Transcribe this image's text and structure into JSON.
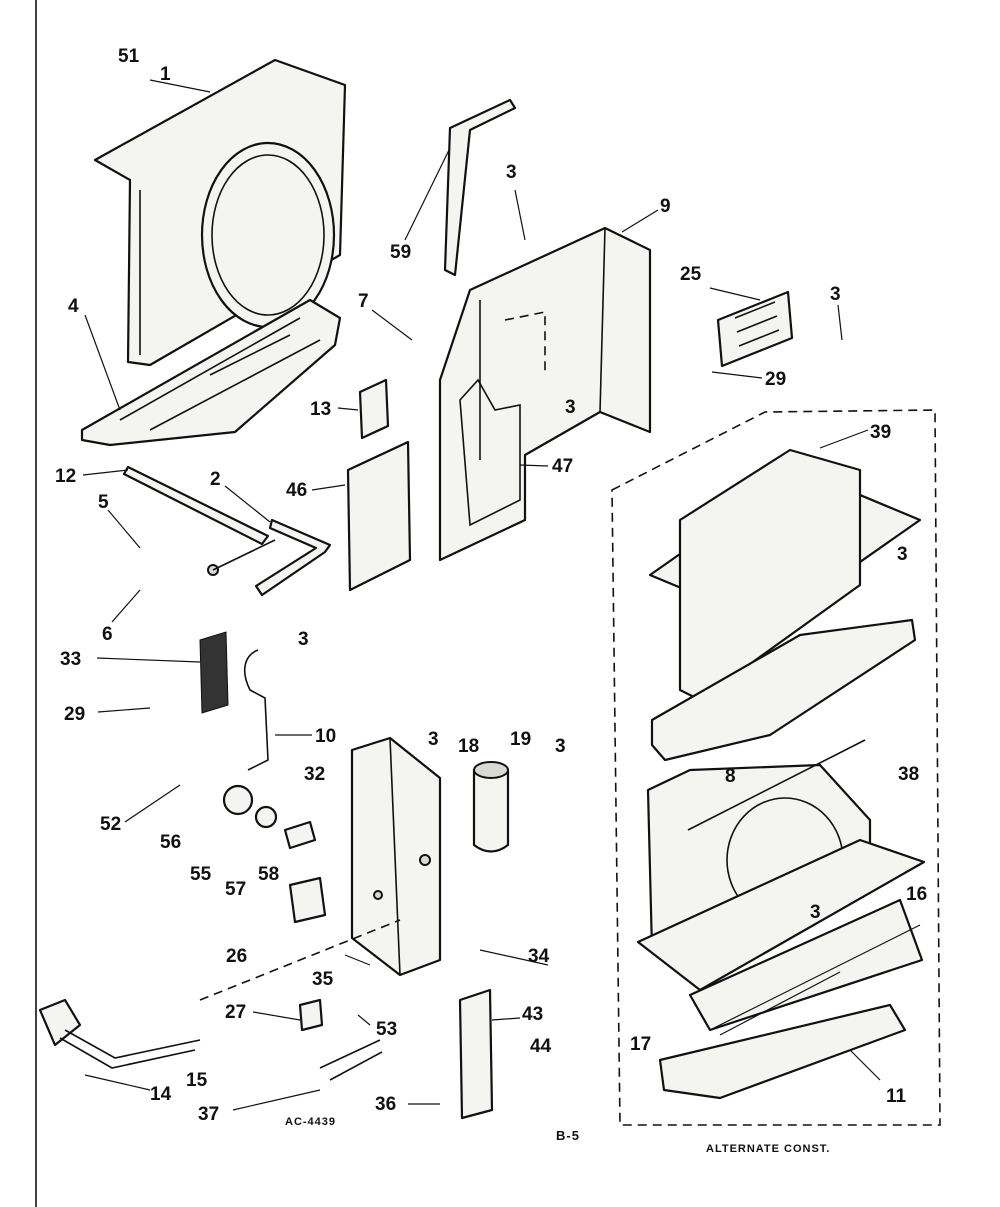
{
  "callouts": [
    {
      "id": "c51",
      "text": "51"
    },
    {
      "id": "c1",
      "text": "1"
    },
    {
      "id": "c4",
      "text": "4"
    },
    {
      "id": "c59",
      "text": "59"
    },
    {
      "id": "c3a",
      "text": "3"
    },
    {
      "id": "c9",
      "text": "9"
    },
    {
      "id": "c25",
      "text": "25"
    },
    {
      "id": "c3b",
      "text": "3"
    },
    {
      "id": "c7",
      "text": "7"
    },
    {
      "id": "c13",
      "text": "13"
    },
    {
      "id": "c29a",
      "text": "29"
    },
    {
      "id": "c47",
      "text": "47"
    },
    {
      "id": "c12",
      "text": "12"
    },
    {
      "id": "c2",
      "text": "2"
    },
    {
      "id": "c46",
      "text": "46"
    },
    {
      "id": "c5",
      "text": "5"
    },
    {
      "id": "c6",
      "text": "6"
    },
    {
      "id": "c3c",
      "text": "3"
    },
    {
      "id": "c3d",
      "text": "3"
    },
    {
      "id": "c33",
      "text": "33"
    },
    {
      "id": "c29b",
      "text": "29"
    },
    {
      "id": "c10",
      "text": "10"
    },
    {
      "id": "c39",
      "text": "39"
    },
    {
      "id": "c3e",
      "text": "3"
    },
    {
      "id": "c18",
      "text": "18"
    },
    {
      "id": "c19",
      "text": "19"
    },
    {
      "id": "c3f",
      "text": "3"
    },
    {
      "id": "c3g",
      "text": "3"
    },
    {
      "id": "c32",
      "text": "32"
    },
    {
      "id": "c52",
      "text": "52"
    },
    {
      "id": "c56",
      "text": "56"
    },
    {
      "id": "c55",
      "text": "55"
    },
    {
      "id": "c57",
      "text": "57"
    },
    {
      "id": "c58",
      "text": "58"
    },
    {
      "id": "c8",
      "text": "8"
    },
    {
      "id": "c38",
      "text": "38"
    },
    {
      "id": "c3h",
      "text": "3"
    },
    {
      "id": "c16",
      "text": "16"
    },
    {
      "id": "c26",
      "text": "26"
    },
    {
      "id": "c34",
      "text": "34"
    },
    {
      "id": "c35",
      "text": "35"
    },
    {
      "id": "c17",
      "text": "17"
    },
    {
      "id": "c27",
      "text": "27"
    },
    {
      "id": "c53",
      "text": "53"
    },
    {
      "id": "c43",
      "text": "43"
    },
    {
      "id": "c44",
      "text": "44"
    },
    {
      "id": "c14",
      "text": "14"
    },
    {
      "id": "c15",
      "text": "15"
    },
    {
      "id": "c37",
      "text": "37"
    },
    {
      "id": "c36",
      "text": "36"
    },
    {
      "id": "c11",
      "text": "11"
    }
  ],
  "drawing_number": "AC-4439",
  "page_code": "B-5",
  "alternate_label": "ALTERNATE CONST."
}
